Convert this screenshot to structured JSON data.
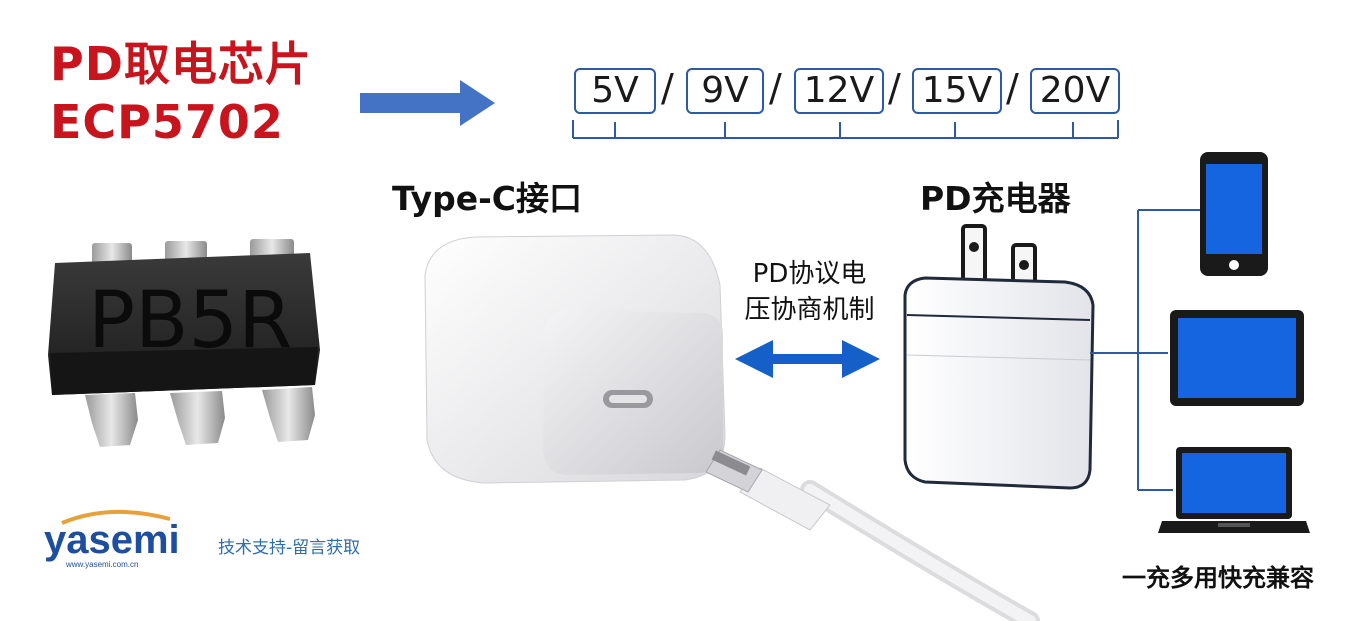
{
  "title": {
    "line1": "PD取电芯片",
    "line2": "ECP5702"
  },
  "voltages": [
    "5V",
    "9V",
    "12V",
    "15V",
    "20V"
  ],
  "voltage_separator": "/",
  "labels": {
    "typec": "Type-C接口",
    "charger": "PD充电器",
    "protocol_line1": "PD协议电",
    "protocol_line2": "压协商机制",
    "multi_use": "一充多用快充兼容"
  },
  "chip": {
    "marking": "PB5R"
  },
  "brand": {
    "logo_text": "yasemi",
    "logo_url_text": "www.yasemi.com.cn",
    "support_text": "技术支持-留言获取"
  },
  "colors": {
    "title_red": "#c8141c",
    "arrow_blue": "#4472c4",
    "bracket_blue": "#2b5aa8",
    "device_screen": "#1565e0",
    "double_arrow": "#1560c8"
  },
  "icons": [
    "right-arrow-icon",
    "double-arrow-icon",
    "phone-icon",
    "tablet-icon",
    "laptop-icon"
  ]
}
